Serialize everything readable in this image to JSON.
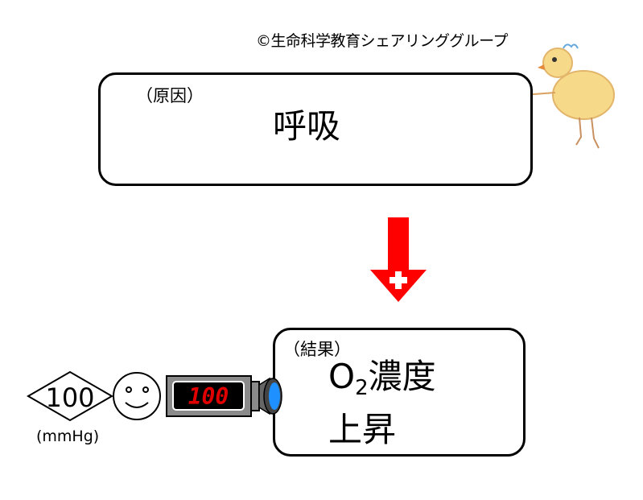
{
  "copyright": "©生命科学教育シェアリンググループ",
  "cause": {
    "tag": "（原因）",
    "text": "呼吸"
  },
  "arrow": {
    "sign": "+",
    "color": "#ff0000"
  },
  "result": {
    "tag": "（結果）",
    "o": "O",
    "sub": "2",
    "line1_rest": "濃度",
    "line2": "上昇"
  },
  "pressure": {
    "value": "100",
    "unit": "(mmHg)"
  },
  "meter": {
    "display": "100",
    "display_color": "#e00000",
    "lens_color": "#1e90ff"
  },
  "icons": [
    "smiley-face-icon",
    "meter-icon",
    "chick-icon"
  ]
}
